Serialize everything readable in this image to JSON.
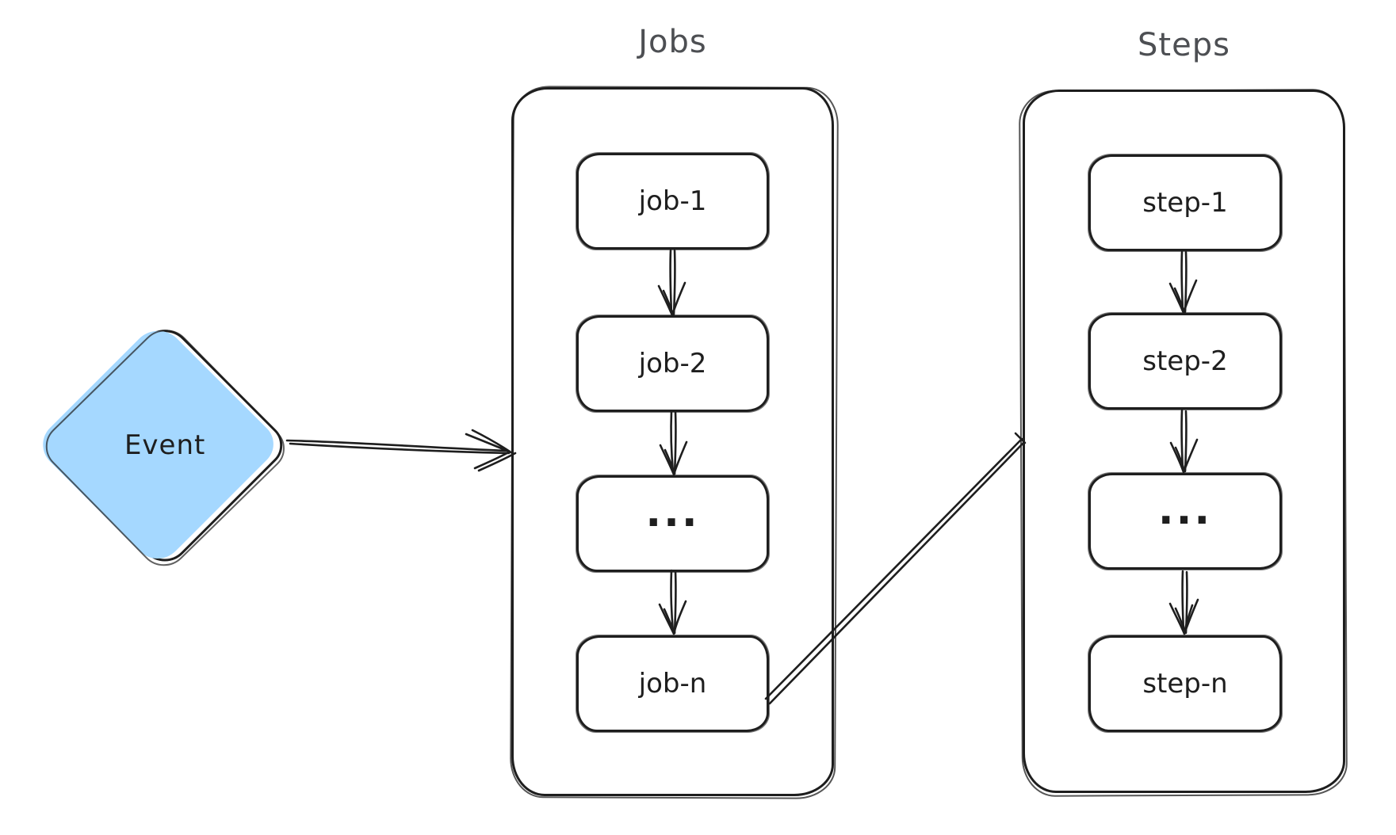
{
  "event": {
    "label": "Event"
  },
  "jobs": {
    "title": "Jobs",
    "items": [
      "job-1",
      "job-2",
      "...",
      "job-n"
    ]
  },
  "steps": {
    "title": "Steps",
    "items": [
      "step-1",
      "step-2",
      "...",
      "step-n"
    ]
  },
  "colors": {
    "stroke": "#1e1e1e",
    "event_fill": "#a5d8ff",
    "job_box_fill": "#a5d8ff",
    "jobs_container_fill": "#ffec99",
    "step_box_fill": "#ffec99",
    "steps_container_fill": "#fcc2d7",
    "title_text": "#4d4f53",
    "label_text": "#1e1e1e",
    "background": "#ffffff"
  }
}
